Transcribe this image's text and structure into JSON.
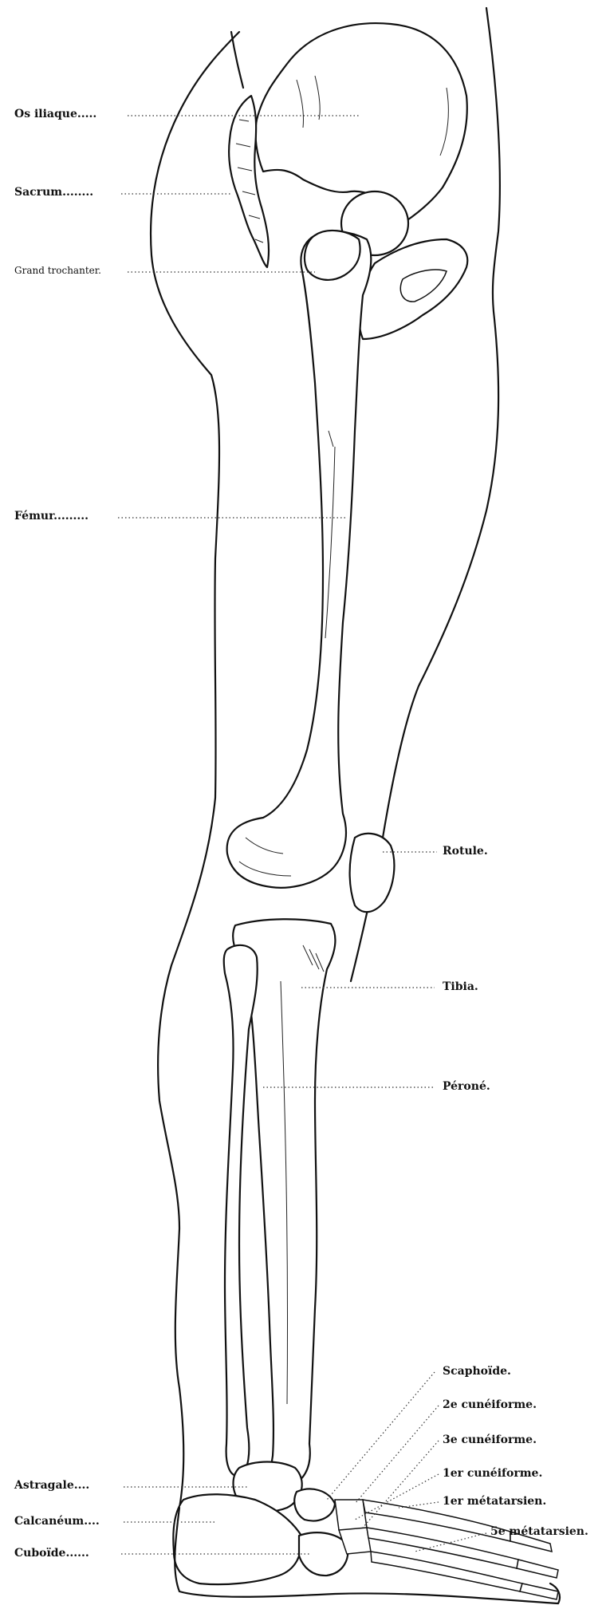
{
  "labels": {
    "os_iliaque": "Os iliaque.....",
    "sacrum": "Sacrum........",
    "grand_trochanter": "Grand trochanter.",
    "femur": "Fémur.........",
    "rotule": "Rotule.",
    "tibia": "Tibia.",
    "perone": "Péroné.",
    "scaphoide": "Scaphoïde.",
    "cuneiforme_2": "2e cunéiforme.",
    "cuneiforme_3": "3e cunéiforme.",
    "cuneiforme_1": "1er cunéiforme.",
    "metatarsien_1": "1er métatarsien.",
    "metatarsien_5": "5e métatarsien.",
    "astragale": "Astragale....",
    "calcaneum": "Calcanéum....",
    "cuboide": "Cuboïde......"
  }
}
